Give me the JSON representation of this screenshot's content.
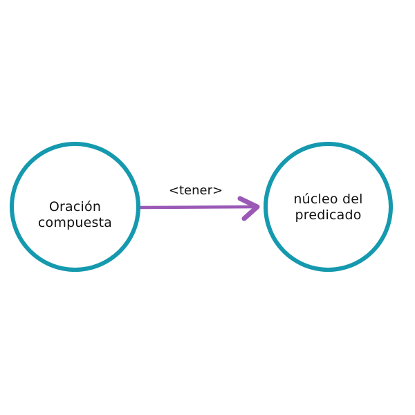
{
  "diagram": {
    "type": "concept-map",
    "colors": {
      "node_border": "#1599ae",
      "edge": "#9b59b6",
      "text": "#111111",
      "background": "#ffffff"
    },
    "nodes": [
      {
        "id": "oracion-compuesta",
        "label": "Oración compuesta"
      },
      {
        "id": "nucleo-del-predicado",
        "label": "núcleo del predicado"
      }
    ],
    "edges": [
      {
        "from": "oracion-compuesta",
        "to": "nucleo-del-predicado",
        "label": "<tener>",
        "icon": "arrow-right-icon"
      }
    ]
  }
}
